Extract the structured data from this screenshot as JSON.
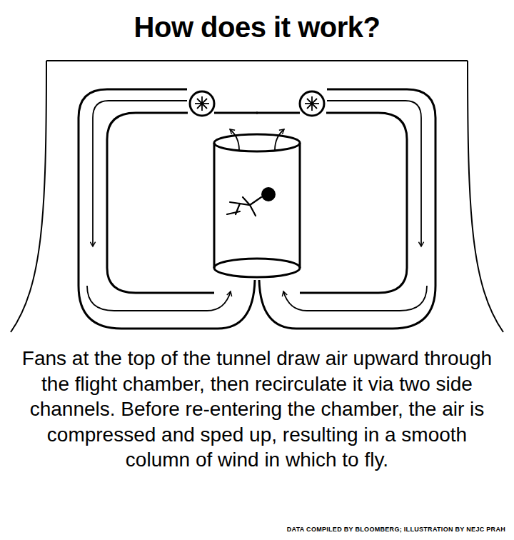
{
  "diagram": {
    "title": "How does it work?",
    "caption": "Fans at the top of the tunnel draw air upward through the flight chamber, then recirculate it via two side channels. Before re-entering the chamber, the air is compressed and sped up, resulting in a smooth column of wind in which to fly.",
    "labels": [
      "DATA COMPILED BY BLOOMBERG; ILLUSTRATION BY NEJC PRAH"
    ]
  }
}
